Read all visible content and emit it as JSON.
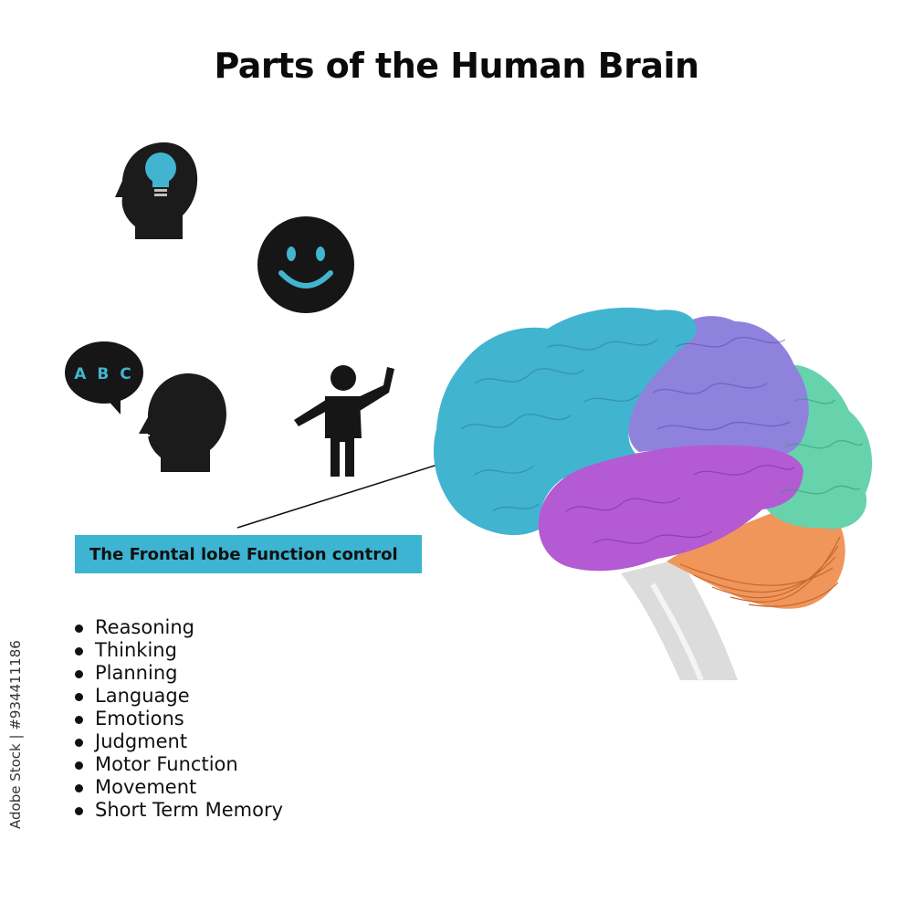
{
  "title": "Parts of the Human Brain",
  "callout": {
    "label": "The Frontal lobe Function control",
    "color": "#3db4d2"
  },
  "functions": [
    "Reasoning",
    "Thinking",
    "Planning",
    "Language",
    "Emotions",
    "Judgment",
    "Motor Function",
    "Movement",
    "Short Term Memory"
  ],
  "speech_bubble_text": "A B C",
  "icons": {
    "thinking": "head-lightbulb-icon",
    "emotion": "smiley-face-icon",
    "language": "speaking-head-icon",
    "movement": "person-waving-icon"
  },
  "brain_regions": [
    {
      "name": "frontal-lobe",
      "color": "#41b4d0"
    },
    {
      "name": "parietal-lobe",
      "color": "#8f82dc"
    },
    {
      "name": "occipital-lobe",
      "color": "#66d3ad"
    },
    {
      "name": "temporal-lobe",
      "color": "#b45ad2"
    },
    {
      "name": "cerebellum",
      "color": "#f0965a"
    },
    {
      "name": "brain-stem",
      "color": "#dcdcdc"
    }
  ],
  "watermark_id": "Adobe Stock | #934411186"
}
